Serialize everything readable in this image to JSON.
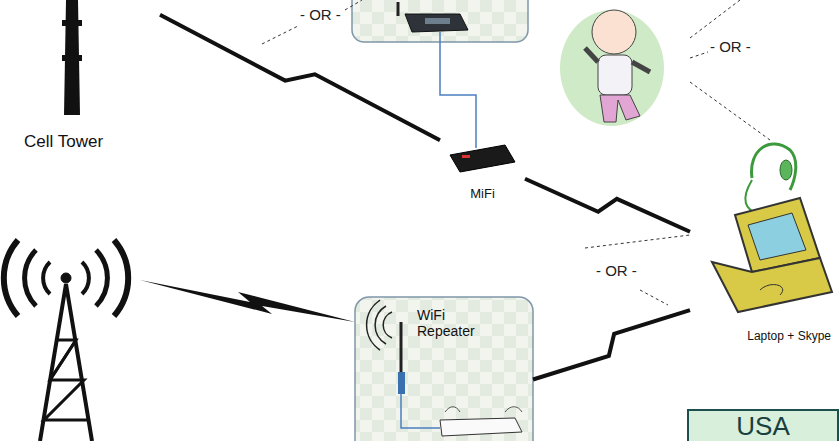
{
  "diagram": {
    "nodes": [
      {
        "text": [
          "Cell Tower"
        ]
      },
      {
        "text": [
          "MiFi"
        ]
      },
      {
        "text": [
          "WiFi Repeater"
        ]
      },
      {
        "text": [
          "Laptop + Skype"
        ]
      },
      {
        "text": [
          "USA"
        ]
      }
    ],
    "edges": [
      {
        "from": 0,
        "to": 1,
        "arrow": "none"
      },
      {
        "from": 1,
        "to": 3,
        "arrow": "none"
      },
      {
        "from": 2,
        "to": 3,
        "arrow": "none"
      }
    ],
    "labels": [
      "- OR -",
      "- OR -",
      "- OR -"
    ]
  }
}
